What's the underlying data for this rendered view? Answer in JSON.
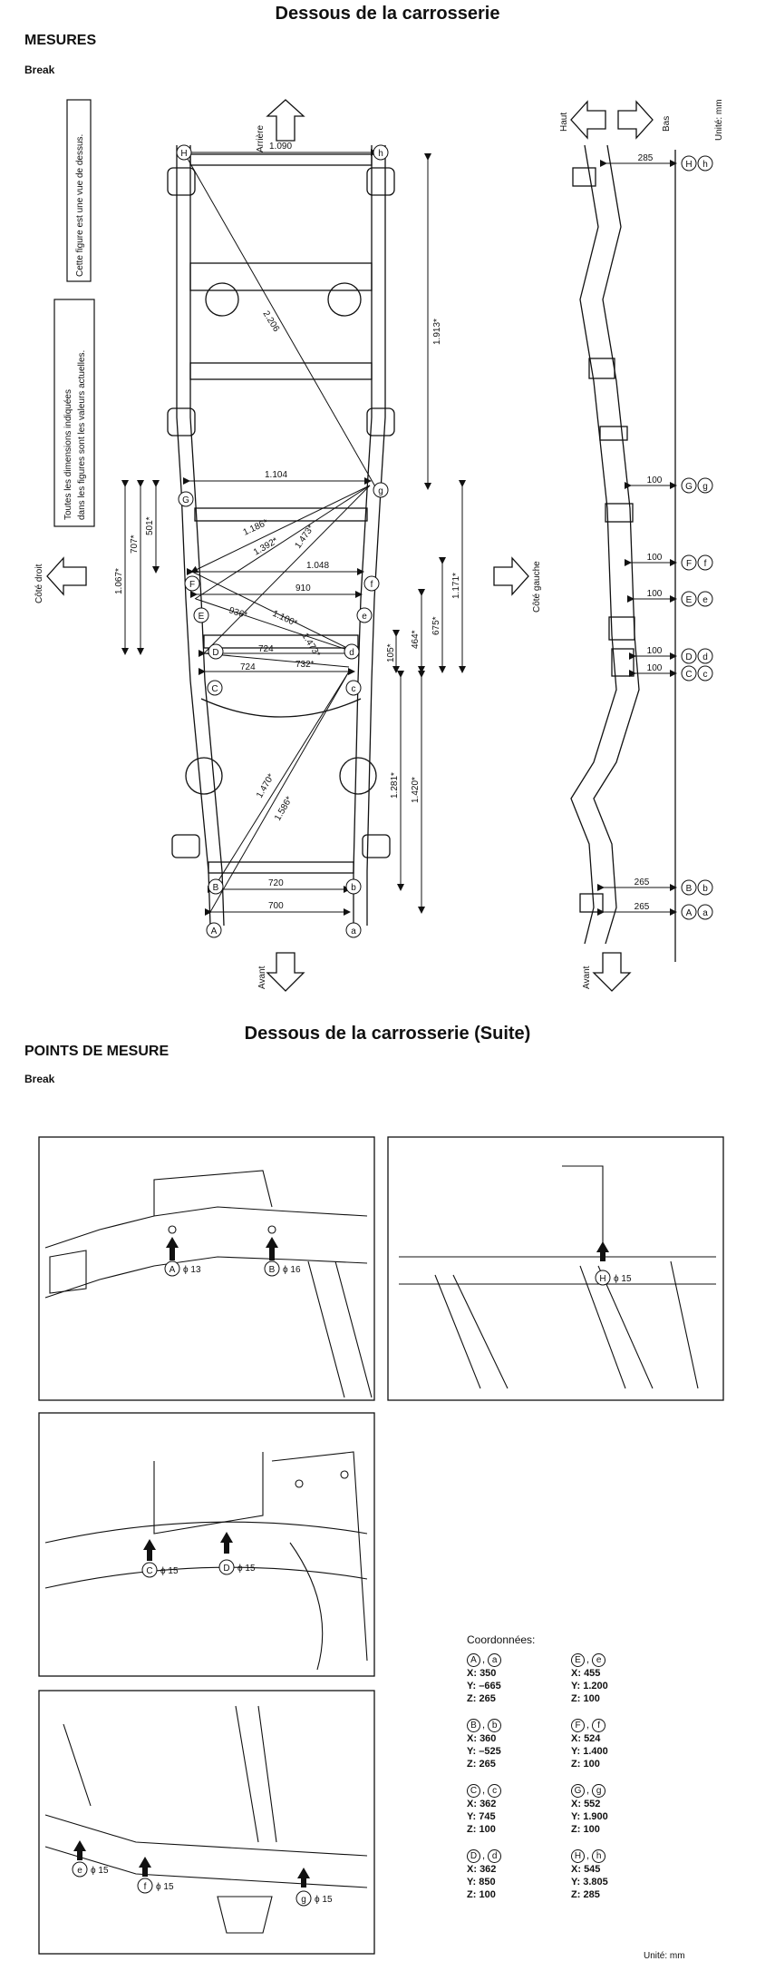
{
  "page": {
    "title_1": "Dessous de la carrosserie",
    "section_1": "MESURES",
    "model_1": "Break",
    "title_2": "Dessous de la carrosserie (Suite)",
    "section_2": "POINTS DE MESURE",
    "model_2": "Break",
    "unit": "Unité: mm"
  },
  "figure_top": {
    "note_1": "Cette figure est une vue de dessus.",
    "note_2_line1": "Toutes les dimensions indiquées",
    "note_2_line2": "dans les figures sont les valeurs actuelles.",
    "dir_back": "Arrière",
    "dir_front": "Avant",
    "dir_right": "Côté droit",
    "dir_left": "Côté gauche",
    "dir_up": "Haut",
    "dir_down": "Bas",
    "dims_plan": [
      "1.090",
      "2.206",
      "1.913*",
      "1.104",
      "1.067*",
      "707*",
      "501*",
      "1.186*",
      "1.392*",
      "1.473*",
      "1.048",
      "910",
      "936*",
      "1.100*",
      "1.473*",
      "724",
      "724",
      "732*",
      "105*",
      "464*",
      "675*",
      "1.171*",
      "1.470*",
      "1.586*",
      "1.281*",
      "1.420*",
      "720",
      "700"
    ],
    "dims_side": [
      "285",
      "100",
      "100",
      "100",
      "100",
      "100",
      "265",
      "265"
    ],
    "point_letters_upper": [
      "H",
      "G",
      "F",
      "E",
      "D",
      "C",
      "B",
      "A"
    ],
    "point_letters_lower": [
      "h",
      "g",
      "f",
      "e",
      "d",
      "c",
      "b",
      "a"
    ]
  },
  "photos": {
    "p1_labels": [
      {
        "pt": "A",
        "dia": "ϕ 13"
      },
      {
        "pt": "B",
        "dia": "ϕ 16"
      }
    ],
    "p2_labels": [
      {
        "pt": "H",
        "dia": "ϕ 15"
      }
    ],
    "p3_labels": [
      {
        "pt": "C",
        "dia": "ϕ 15"
      },
      {
        "pt": "D",
        "dia": "ϕ 15"
      }
    ],
    "p4_labels": [
      {
        "pt": "e",
        "dia": "ϕ 15"
      },
      {
        "pt": "f",
        "dia": "ϕ 15"
      },
      {
        "pt": "g",
        "dia": "ϕ 15"
      }
    ]
  },
  "coordinates": {
    "header": "Coordonnées:",
    "entries": [
      {
        "up": "A",
        "low": "a",
        "x": "350",
        "y": "–665",
        "z": "265"
      },
      {
        "up": "B",
        "low": "b",
        "x": "360",
        "y": "–525",
        "z": "265"
      },
      {
        "up": "C",
        "low": "c",
        "x": "362",
        "y": "745",
        "z": "100"
      },
      {
        "up": "D",
        "low": "d",
        "x": "362",
        "y": "850",
        "z": "100"
      },
      {
        "up": "E",
        "low": "e",
        "x": "455",
        "y": "1.200",
        "z": "100"
      },
      {
        "up": "F",
        "low": "f",
        "x": "524",
        "y": "1.400",
        "z": "100"
      },
      {
        "up": "G",
        "low": "g",
        "x": "552",
        "y": "1.900",
        "z": "100"
      },
      {
        "up": "H",
        "low": "h",
        "x": "545",
        "y": "3.805",
        "z": "285"
      }
    ],
    "labels": {
      "x": "X:",
      "y": "Y:",
      "z": "Z:"
    }
  }
}
